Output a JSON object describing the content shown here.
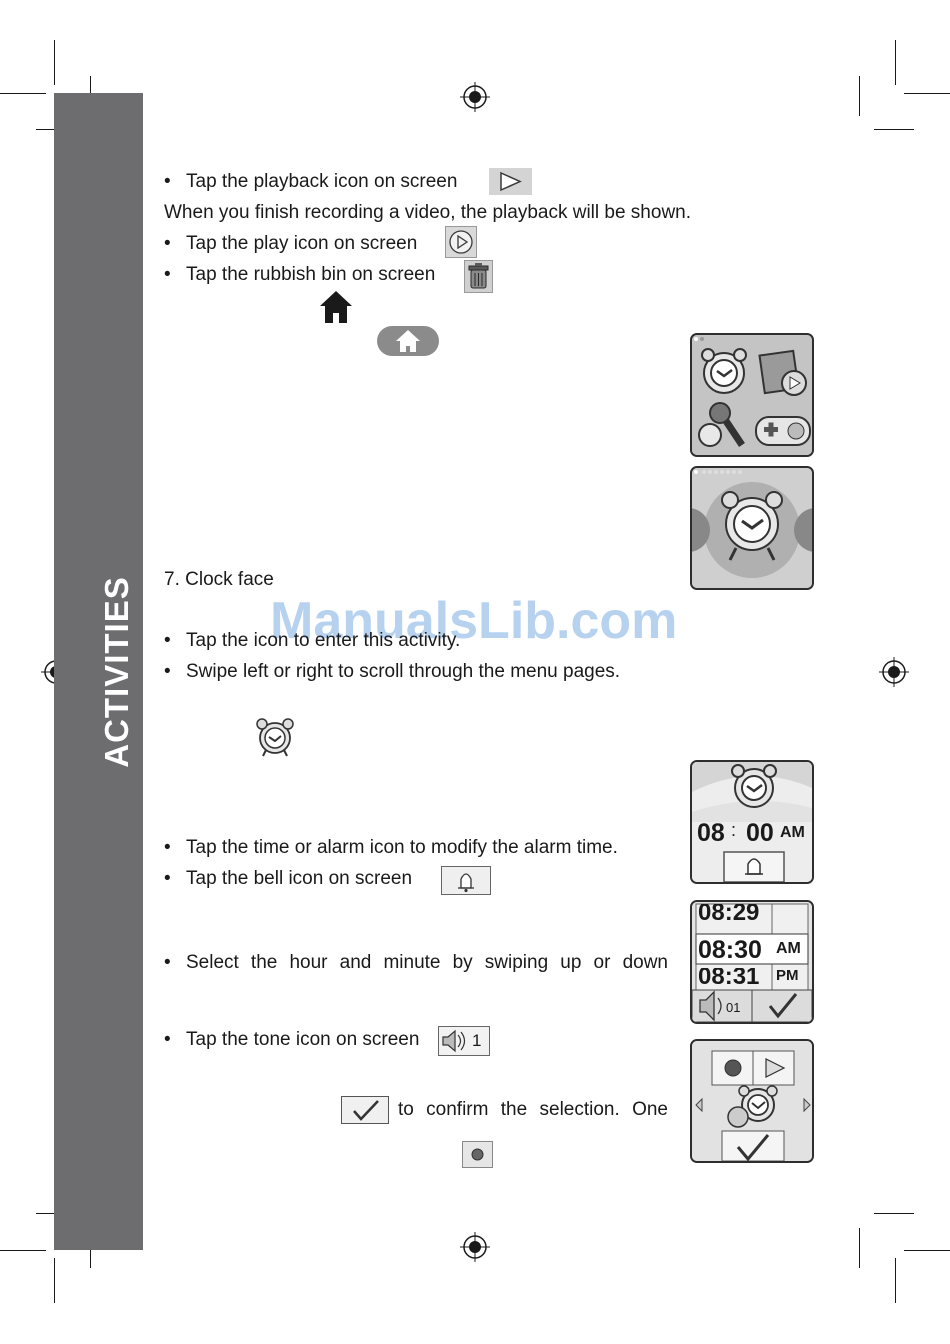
{
  "sidebar": {
    "label": "ACTIVITIES"
  },
  "watermark": "ManualsLib.com",
  "lines": {
    "playback": "Tap the playback icon on screen",
    "finish": "When you finish recording a video, the playback will be shown.",
    "play": "Tap the play icon on screen",
    "bin": "Tap the rubbish bin on screen",
    "section": "7. Clock face",
    "enter": "Tap the icon to enter this activity.",
    "swipe": "Swipe left or right to scroll through the menu pages.",
    "modify": "Tap the time or alarm icon to modify the alarm time.",
    "bell": "Tap the bell icon on screen",
    "select": "Select the hour and minute by swiping up or down",
    "tone": "Tap the tone icon on screen",
    "confirm": "to confirm the selection. One"
  },
  "bullet_char": "•",
  "screens": {
    "clock": {
      "hour": "08",
      "sep": ":",
      "minute": "00",
      "ampm": "AM"
    },
    "picker": {
      "prev": "08:29",
      "current": "08:30",
      "next": "08:31",
      "am": "AM",
      "pm": "PM",
      "tone": "01"
    }
  },
  "tone_icon_value": "1",
  "icons": [
    "playback-icon",
    "play-icon",
    "rubbish-bin-icon",
    "home-icon",
    "home-button-icon",
    "alarm-clock-icon",
    "bell-icon",
    "tone-icon",
    "confirm-check-icon",
    "record-icon"
  ]
}
